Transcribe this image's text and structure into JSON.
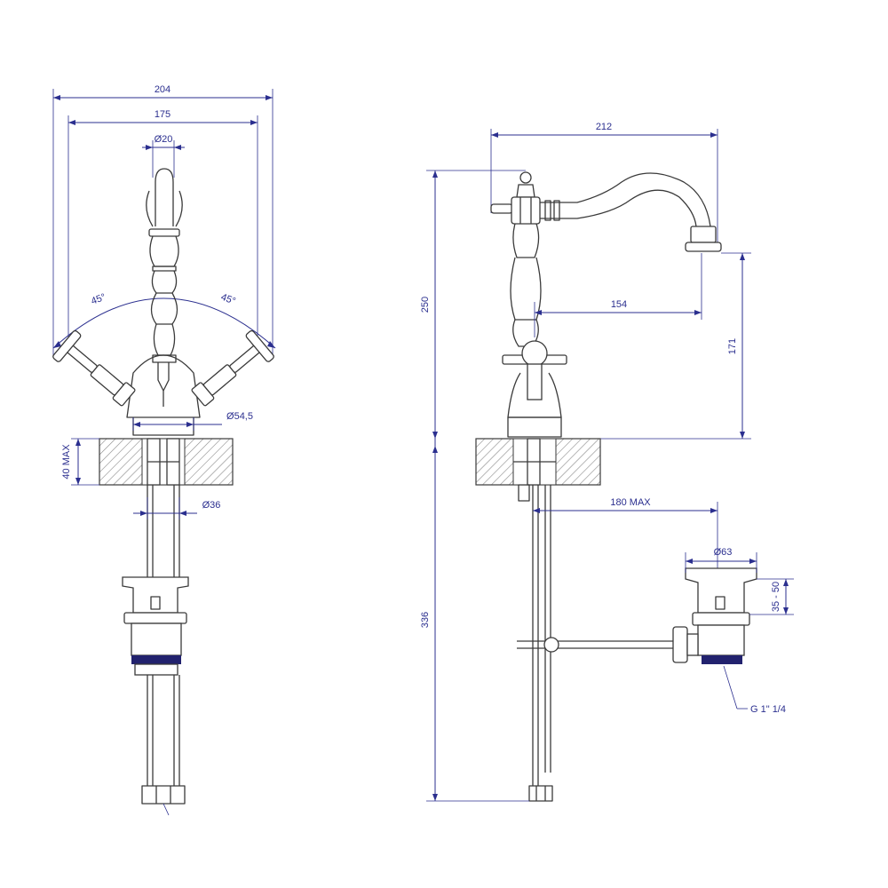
{
  "front_view": {
    "dims": {
      "width_overall": "204",
      "width_handles": "175",
      "spout_diameter": "Ø20",
      "angle_left": "45°",
      "angle_right": "45°",
      "base_diameter": "Ø54,5",
      "deck_thickness": "40 MAX",
      "shank_diameter": "Ø36"
    }
  },
  "side_view": {
    "dims": {
      "spout_length": "212",
      "total_height": "250",
      "spout_reach": "154",
      "spout_height": "171",
      "drain_offset": "180 MAX",
      "drain_diameter": "Ø63",
      "drain_range": "35 - 50",
      "below_deck": "336",
      "thread": "G 1\" 1/4"
    }
  },
  "colors": {
    "dimension_lines": "#2b2f8f",
    "outline": "#3a3a3a",
    "thread_band": "#22226e"
  }
}
